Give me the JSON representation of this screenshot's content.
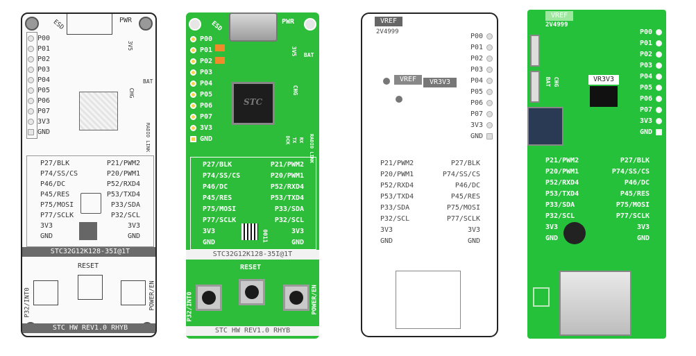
{
  "boards": {
    "p1": {
      "top_label": "PWR",
      "esd": "ESD",
      "side_small": [
        "3V5",
        "BAT",
        "CHG",
        "RADIO LINK"
      ],
      "left_pins": [
        "P00",
        "P01",
        "P02",
        "P03",
        "P04",
        "P05",
        "P06",
        "P07",
        "3V3",
        "GND"
      ],
      "grid_left": [
        "P27/BLK",
        "P74/SS/CS",
        "P46/DC",
        "P45/RES",
        "P75/MOSI",
        "P77/SCLK",
        "3V3",
        "GND"
      ],
      "grid_right": [
        "P21/PWM2",
        "P20/PWM1",
        "P52/RXD4",
        "P53/TXD4",
        "P33/SDA",
        "P32/SCL",
        "3V3",
        "GND"
      ],
      "model_bar": "STC32G12K128-35I@1T",
      "reset": "RESET",
      "side_left_vert": "P32/INT0",
      "side_right_vert": "POWER/EN",
      "footer": "STC HW REV1.0 RHYB"
    },
    "p2": {
      "top_label": "PWR",
      "esd": "ESD",
      "chip_text": "STC",
      "side_small": [
        "3V5",
        "BAT",
        "CHG"
      ],
      "link_small": [
        "DCK",
        "TX",
        "RX",
        "RADIO LINK"
      ],
      "left_pins": [
        "P00",
        "P01",
        "P02",
        "P03",
        "P04",
        "P05",
        "P06",
        "P07",
        "3V3",
        "GND"
      ],
      "grid_left": [
        "P27/BLK",
        "P74/SS/CS",
        "P46/DC",
        "P45/RES",
        "P75/MOSI",
        "P77/SCLK",
        "3V3",
        "GND"
      ],
      "grid_right": [
        "P21/PWM2",
        "P20/PWM1",
        "P52/RXD4",
        "P53/TXD4",
        "P33/SDA",
        "P32/SCL",
        "3V3",
        "GND"
      ],
      "qr_num": "0011",
      "model_bar": "STC32G12K128-35I@1T",
      "reset": "RESET",
      "side_left_vert": "P32/INT0",
      "side_right_vert": "POWER/EN",
      "footer": "STC HW REV1.0 RHYB"
    },
    "p3": {
      "vref": "VREF",
      "vref_val": "2V4999",
      "vreg": "VR3V3",
      "right_pins": [
        "P00",
        "P01",
        "P02",
        "P03",
        "P04",
        "P05",
        "P06",
        "P07",
        "3V3",
        "GND"
      ],
      "grid_left": [
        "P21/PWM2",
        "P20/PWM1",
        "P52/RXD4",
        "P53/TXD4",
        "P33/SDA",
        "P32/SCL",
        "3V3",
        "GND"
      ],
      "grid_right": [
        "P27/BLK",
        "P74/SS/CS",
        "P46/DC",
        "P45/RES",
        "P75/MOSI",
        "P77/SCLK",
        "3V3",
        "GND"
      ]
    },
    "p4": {
      "vref": "VREF",
      "vref_val": "2V4999",
      "vreg": "VR3V3",
      "side_small": [
        "BAT",
        "CHG"
      ],
      "right_pins": [
        "P00",
        "P01",
        "P02",
        "P03",
        "P04",
        "P05",
        "P06",
        "P07",
        "3V3",
        "GND"
      ],
      "grid_left": [
        "P21/PWM2",
        "P20/PWM1",
        "P52/RXD4",
        "P53/TXD4",
        "P33/SDA",
        "P32/SCL",
        "3V3",
        "GND"
      ],
      "grid_right": [
        "P27/BLK",
        "P74/SS/CS",
        "P46/DC",
        "P45/RES",
        "P75/MOSI",
        "P77/SCLK",
        "3V3",
        "GND"
      ]
    }
  },
  "colors": {
    "pcb_green": "#2ebd3a",
    "silk_white": "#ffffff",
    "schematic_grey": "#444444",
    "bar_grey": "#6b6b6b"
  }
}
